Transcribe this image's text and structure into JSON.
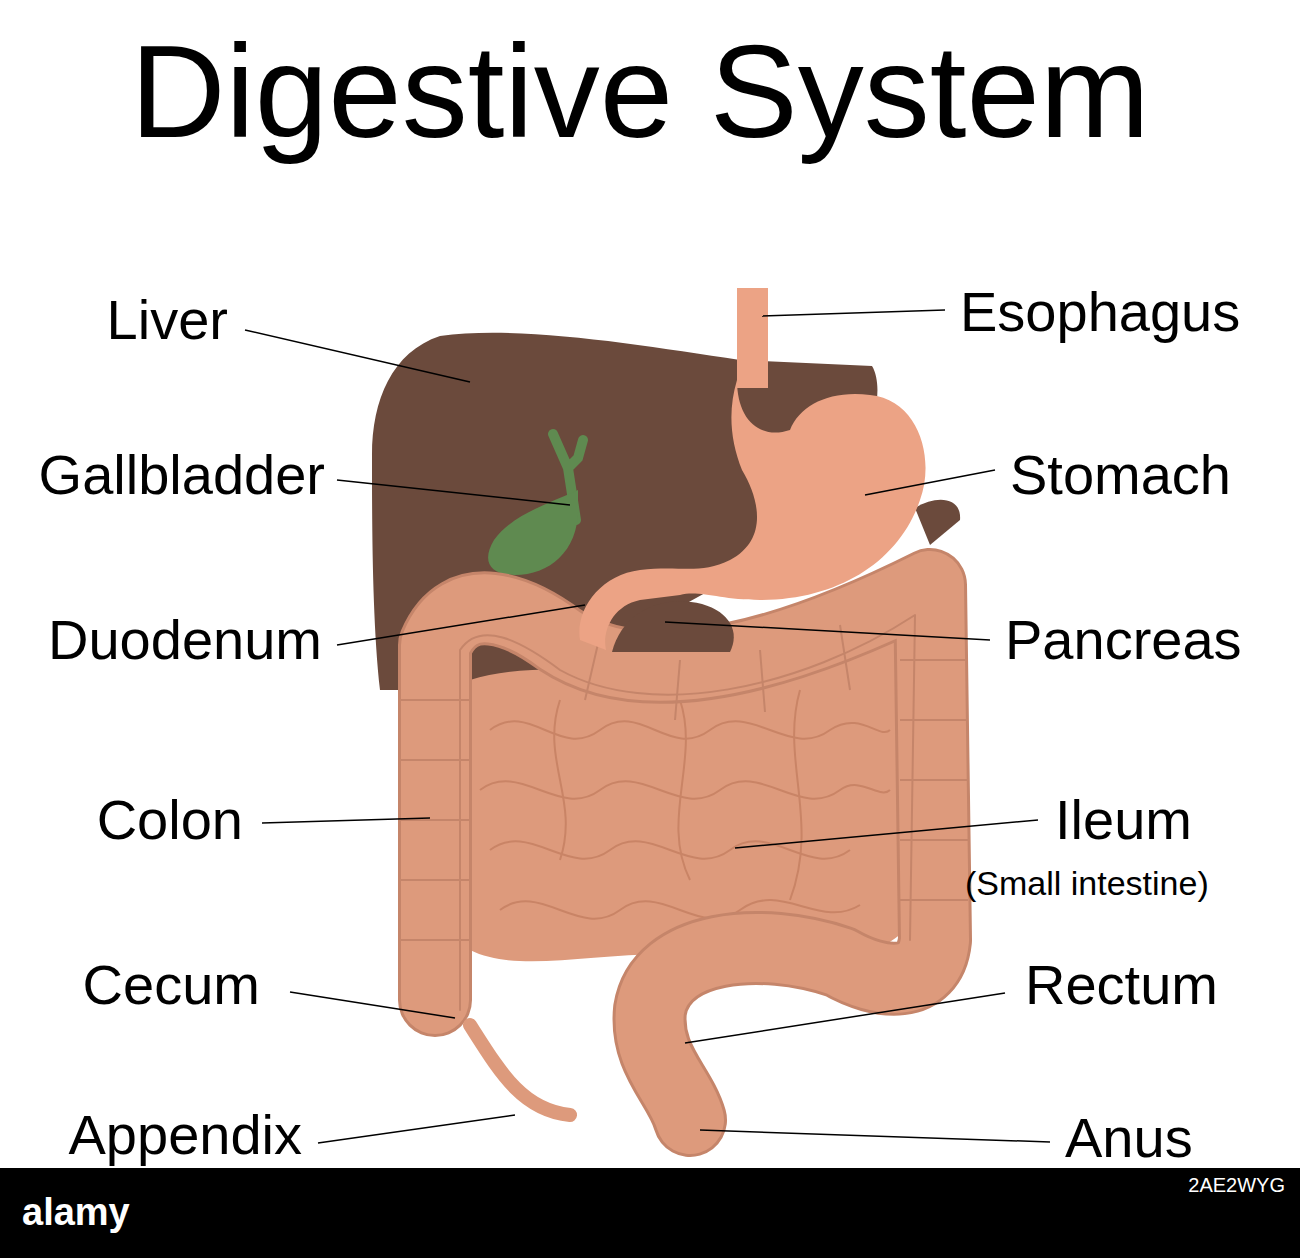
{
  "diagram": {
    "title": "Digestive System",
    "labels": [
      "Liver",
      "Gallbladder",
      "Duodenum",
      "Colon",
      "Cecum",
      "Appendix",
      "Esophagus",
      "Stomach",
      "Pancreas",
      "Ileum",
      "(Small intestine)",
      "Rectum",
      "Anus",
      "alamy",
      "2AE2WYG"
    ]
  }
}
